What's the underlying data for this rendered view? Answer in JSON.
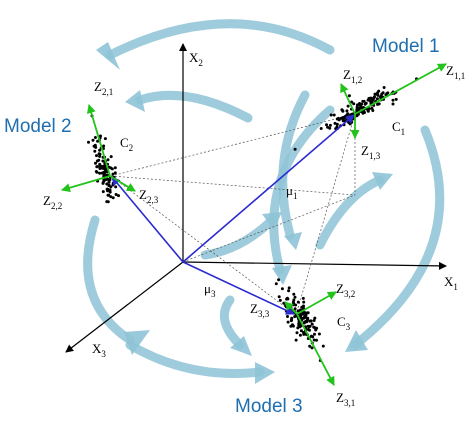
{
  "models": [
    {
      "name": "Model 1"
    },
    {
      "name": "Model 2"
    },
    {
      "name": "Model 3"
    }
  ],
  "axes": {
    "x1": {
      "letter": "X",
      "sub": "1"
    },
    "x2": {
      "letter": "X",
      "sub": "2"
    },
    "x3": {
      "letter": "X",
      "sub": "3"
    }
  },
  "clusters": {
    "c1": {
      "letter": "C",
      "sub": "1"
    },
    "c2": {
      "letter": "C",
      "sub": "2"
    },
    "c3": {
      "letter": "C",
      "sub": "3"
    }
  },
  "means": {
    "mu1": {
      "letter": "μ",
      "sub": "1"
    },
    "mu3": {
      "letter": "μ",
      "sub": "3"
    }
  },
  "components": {
    "z11": {
      "letter": "Z",
      "sub": "1,1"
    },
    "z12": {
      "letter": "Z",
      "sub": "1,2"
    },
    "z13": {
      "letter": "Z",
      "sub": "1,3"
    },
    "z21": {
      "letter": "Z",
      "sub": "2,1"
    },
    "z22": {
      "letter": "Z",
      "sub": "2,2"
    },
    "z23": {
      "letter": "Z",
      "sub": "2,3"
    },
    "z31": {
      "letter": "Z",
      "sub": "3,1"
    },
    "z32": {
      "letter": "Z",
      "sub": "3,2"
    },
    "z33": {
      "letter": "Z",
      "sub": "3,3"
    }
  },
  "colors": {
    "axis": "#000000",
    "mean_vector": "#2b2bd0",
    "component_arrow": "#22c31a",
    "rotation_arrow": "#8ec3d6",
    "model_label": "#1f6fb0",
    "points": "#000000"
  }
}
